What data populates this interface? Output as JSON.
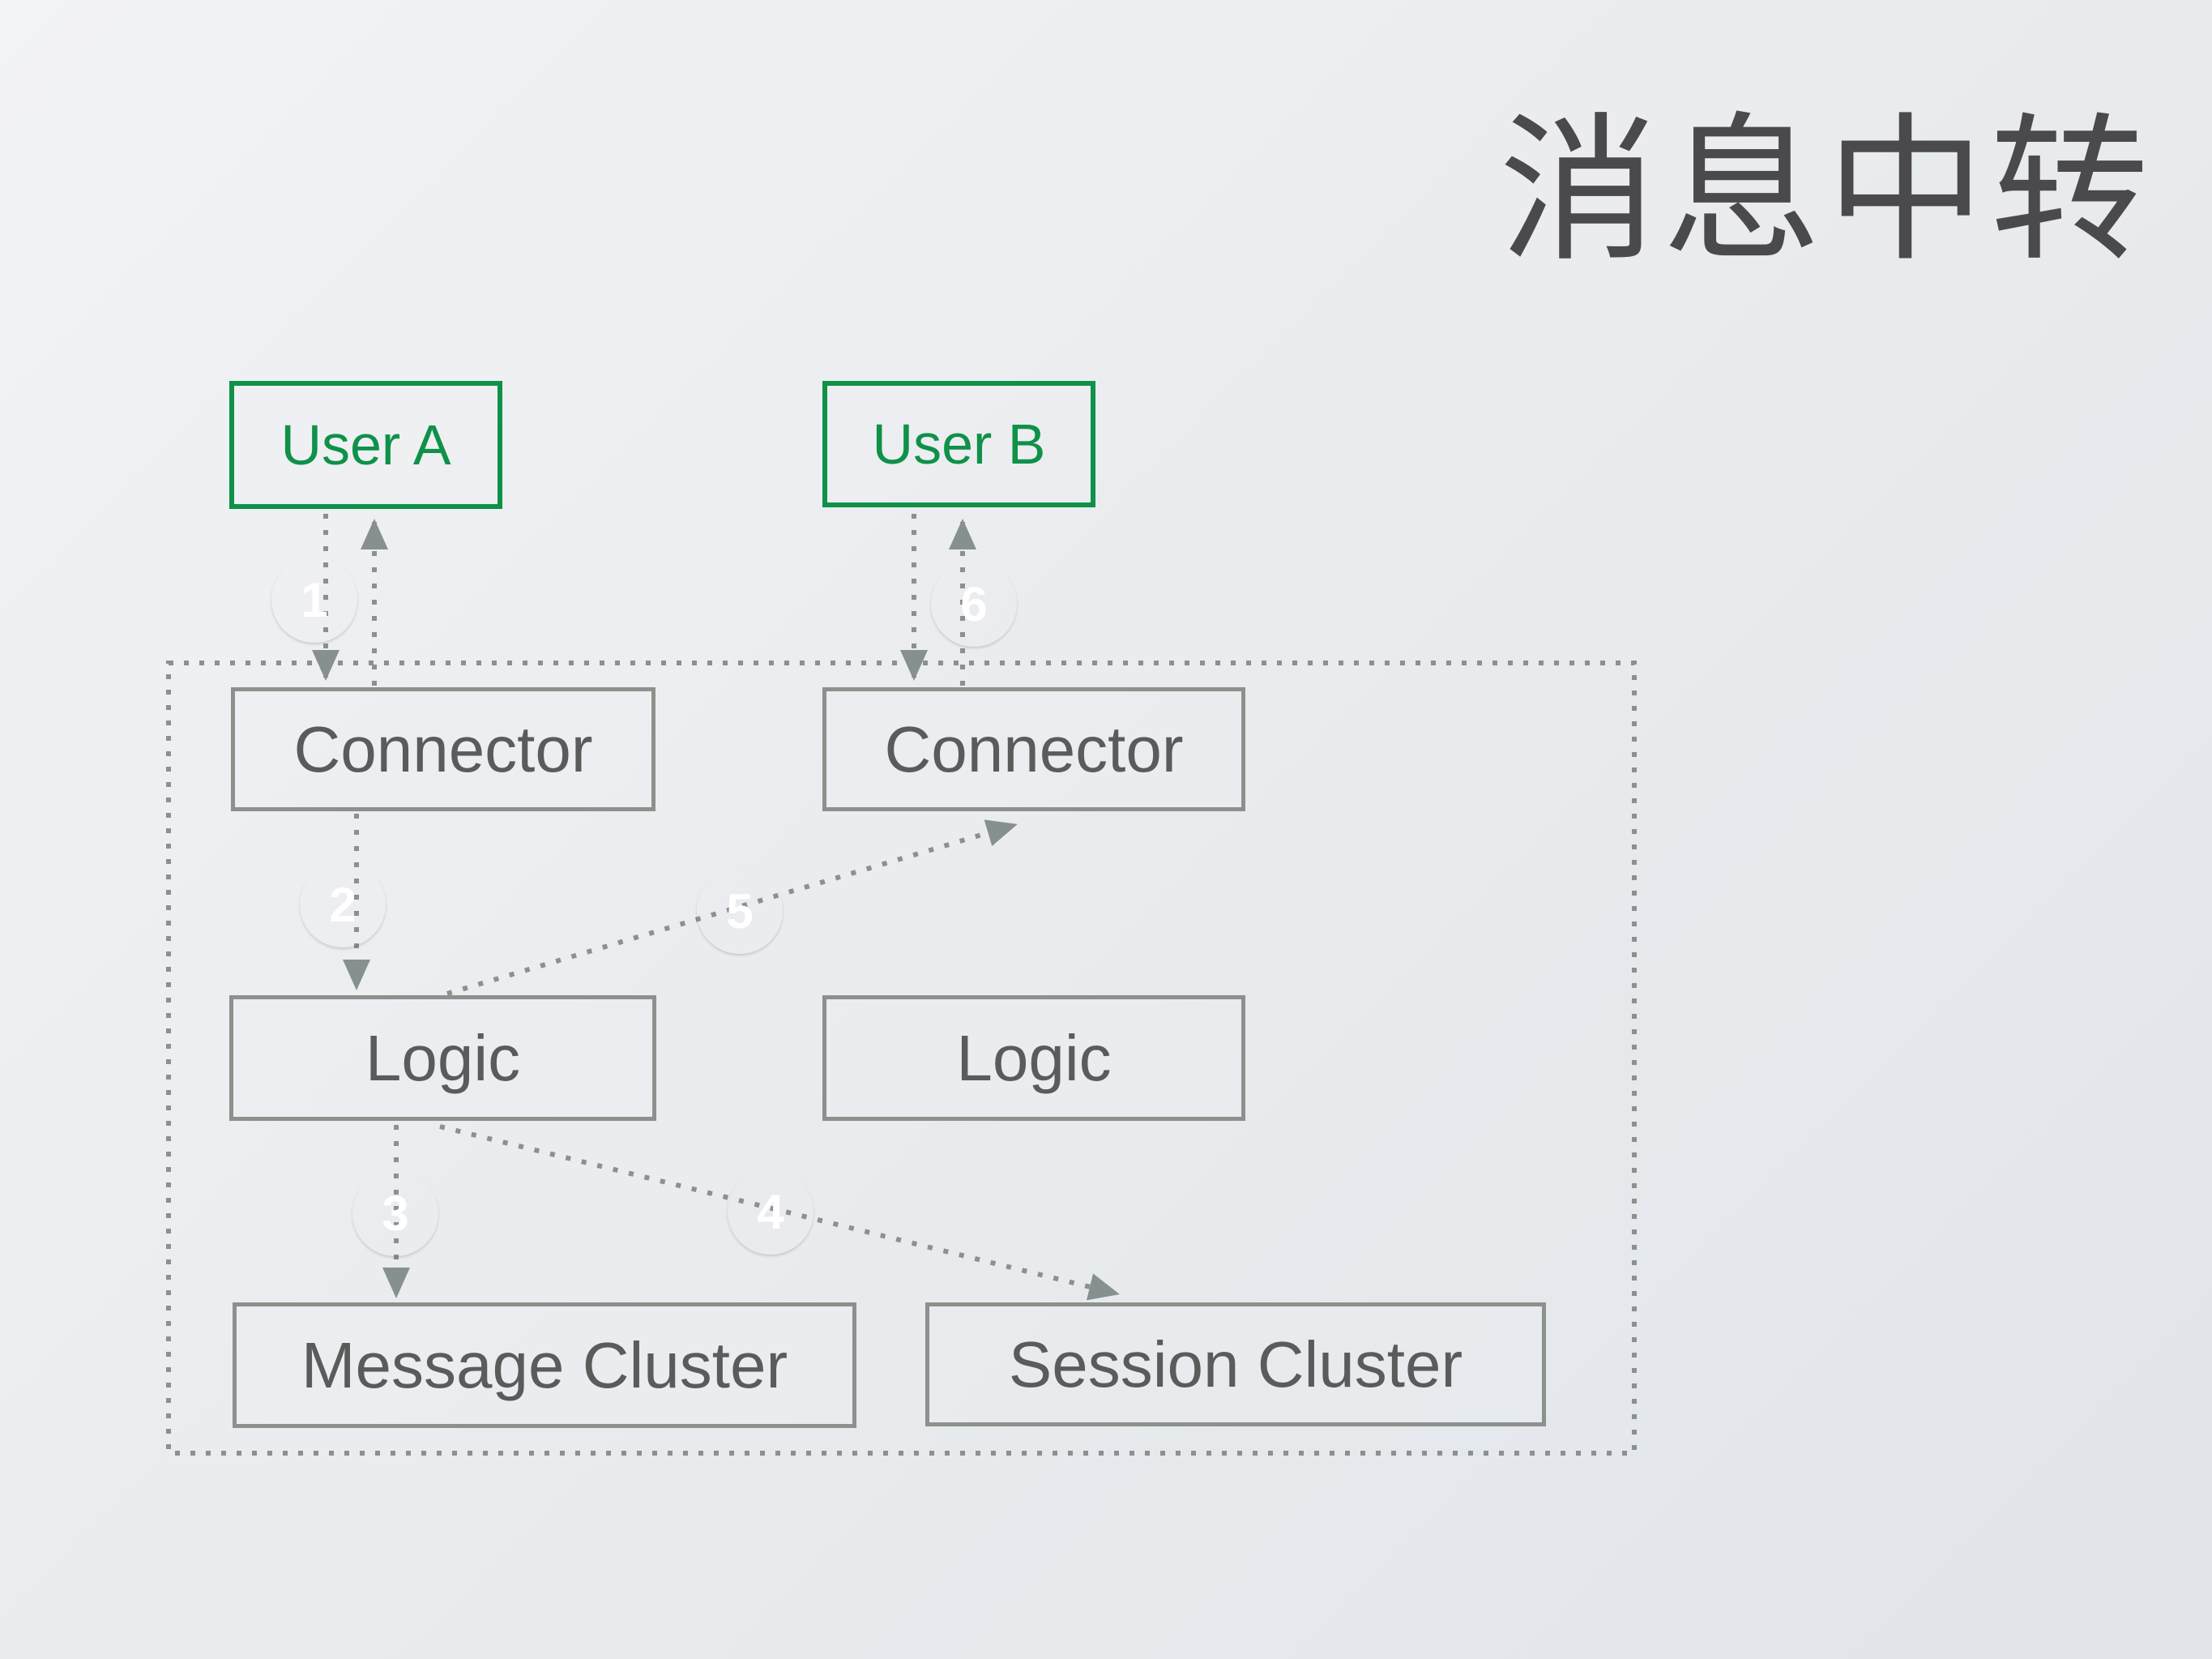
{
  "title": "消息中转",
  "nodes": {
    "user_a": {
      "label": "User A"
    },
    "user_b": {
      "label": "User B"
    },
    "connector_a": {
      "label": "Connector"
    },
    "connector_b": {
      "label": "Connector"
    },
    "logic_a": {
      "label": "Logic"
    },
    "logic_b": {
      "label": "Logic"
    },
    "message_cluster": {
      "label": "Message Cluster"
    },
    "session_cluster": {
      "label": "Session Cluster"
    }
  },
  "steps": {
    "s1": "1",
    "s2": "2",
    "s3": "3",
    "s4": "4",
    "s5": "5",
    "s6": "6"
  },
  "colors": {
    "user_box_green": "#0f9149",
    "gray_box_border": "#8b918c",
    "box_text_gray": "#585c5a",
    "title_gray": "#4a4a4c",
    "dotted_line_gray": "#8b918b",
    "arrowhead_gray": "#869090",
    "step_badge_orange": "#c05a10",
    "step_number_white": "#ffffff",
    "background_gray": "#e9ebee"
  }
}
